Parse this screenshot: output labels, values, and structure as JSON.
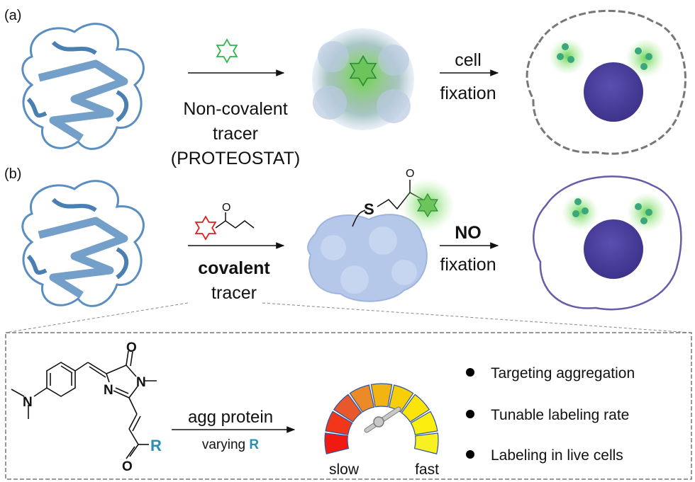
{
  "panel_a": {
    "label": "(a)",
    "step1_lines": [
      "Non-covalent",
      "tracer",
      "(PROTEOSTAT)"
    ],
    "step2_top": "cell",
    "step2_bottom": "fixation"
  },
  "panel_b": {
    "label": "(b)",
    "step1_top": "covalent",
    "step1_bottom": "tracer",
    "linker_atom": "S",
    "carbonyl_atom": "O",
    "step2_top": "NO",
    "step2_bottom": "fixation"
  },
  "inset": {
    "atoms": {
      "n_dimethyl": "N",
      "n_ring1": "N",
      "n_ring2": "N",
      "o_ring": "O",
      "o_chain": "O",
      "r_group": "R"
    },
    "arrow_top": "agg protein",
    "arrow_bottom_prefix": "varying ",
    "arrow_bottom_r": "R",
    "gauge_slow": "slow",
    "gauge_fast": "fast",
    "bullets": [
      "Targeting aggregation",
      "Tunable labeling rate",
      "Labeling in live cells"
    ]
  },
  "colors": {
    "protein": "#5b8ec0",
    "aggregate_glow": "#7fd26a",
    "star_green": "#2fb84a",
    "star_red": "#e02020",
    "nucleus": "#4b3f9c",
    "cell_b_membrane": "#6a5aa8",
    "r_group": "#2a8fb0"
  }
}
